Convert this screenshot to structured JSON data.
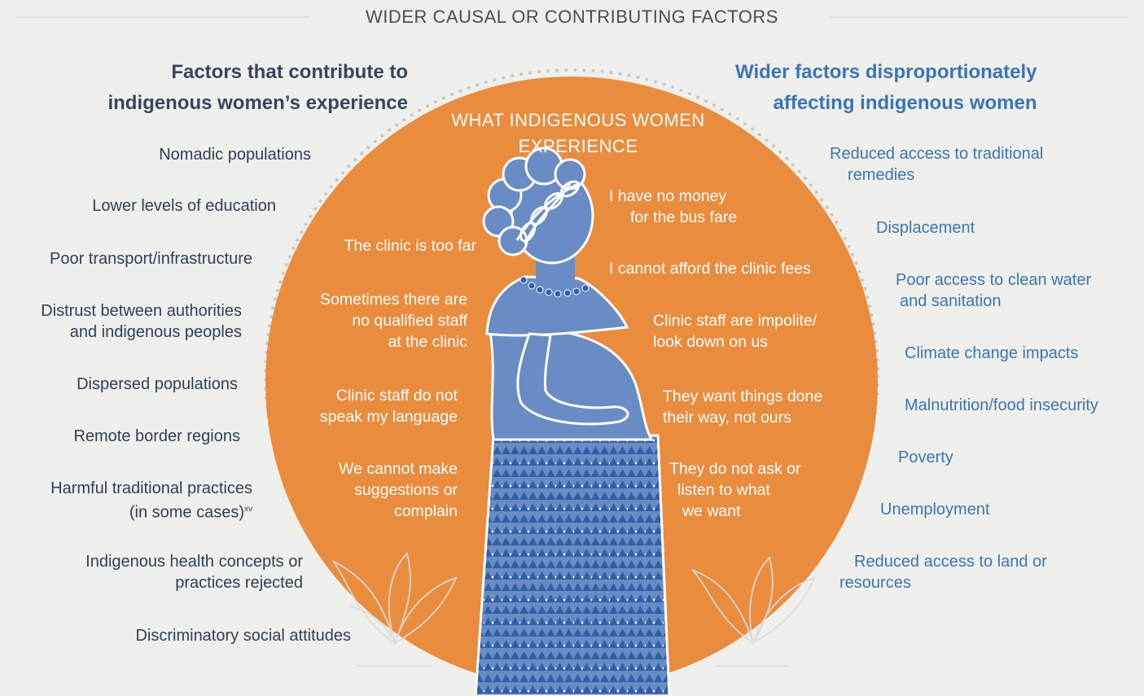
{
  "header": {
    "title": "WIDER CAUSAL OR CONTRIBUTING FACTORS"
  },
  "left_column": {
    "heading_line1": "Factors that contribute to",
    "heading_line2": "indigenous women’s experience",
    "items": [
      {
        "line1": "Nomadic populations"
      },
      {
        "line1": "Lower levels of education"
      },
      {
        "line1": "Poor transport/infrastructure"
      },
      {
        "line1": "Distrust between authorities",
        "line2": "and indigenous peoples"
      },
      {
        "line1": "Dispersed populations"
      },
      {
        "line1": "Remote border regions"
      },
      {
        "line1": "Harmful traditional practices",
        "line2": "(in some cases)",
        "sup": "xv"
      },
      {
        "line1": "Indigenous health concepts or",
        "line2": "practices rejected"
      },
      {
        "line1": "Discriminatory social attitudes"
      }
    ]
  },
  "right_column": {
    "heading_line1": "Wider factors disproportionately",
    "heading_line2": "affecting indigenous women",
    "items": [
      {
        "line1": "Reduced access to traditional",
        "line2": "remedies"
      },
      {
        "line1": "Displacement"
      },
      {
        "line1": "Poor access to clean water",
        "line2": "and sanitation"
      },
      {
        "line1": "Climate change impacts"
      },
      {
        "line1": "Malnutrition/food insecurity"
      },
      {
        "line1": "Poverty"
      },
      {
        "line1": "Unemployment"
      },
      {
        "line1": "Reduced access to land or",
        "line2": "resources"
      }
    ]
  },
  "center": {
    "title_line1": "WHAT INDIGENOUS WOMEN",
    "title_line2": "EXPERIENCE",
    "left_quotes": [
      {
        "lines": [
          "The clinic is too far"
        ]
      },
      {
        "lines": [
          "Sometimes there are",
          "no qualified staff",
          "at the clinic"
        ]
      },
      {
        "lines": [
          "Clinic staff do not",
          "speak my language"
        ]
      },
      {
        "lines": [
          "We cannot make",
          "suggestions or",
          "complain"
        ]
      }
    ],
    "right_quotes": [
      {
        "lines": [
          "I have no money",
          "for the bus fare"
        ]
      },
      {
        "lines": [
          "I cannot afford the clinic fees"
        ]
      },
      {
        "lines": [
          "Clinic staff are impolite/",
          "look down on us"
        ]
      },
      {
        "lines": [
          "They want things done",
          "their way, not ours"
        ]
      },
      {
        "lines": [
          "They do not ask or",
          "listen to what",
          "we want"
        ]
      }
    ]
  },
  "colors": {
    "background": "#eff0ec",
    "circle_orange": "#ea8c3e",
    "figure_blue": "#6a8cc4",
    "left_text_navy": "#2f3e57",
    "right_text_blue": "#3a74b8",
    "dots": "#c8c8c6"
  },
  "icons": [
    "woman-figure-icon",
    "plant-icon"
  ]
}
